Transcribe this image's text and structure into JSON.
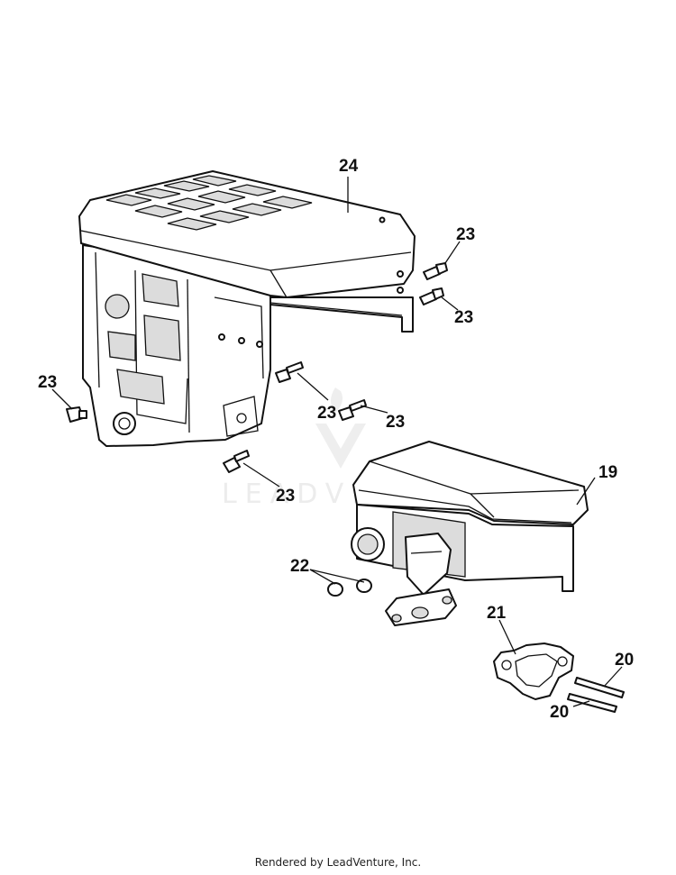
{
  "watermark": {
    "text": "LEADVENTURE"
  },
  "callouts": {
    "c24": "24",
    "c23_a": "23",
    "c23_b": "23",
    "c23_c": "23",
    "c23_d": "23",
    "c23_e": "23",
    "c23_f": "23",
    "c19": "19",
    "c22": "22",
    "c21": "21",
    "c20_a": "20",
    "c20_b": "20"
  },
  "footer": {
    "text": "Rendered by LeadVenture, Inc."
  }
}
